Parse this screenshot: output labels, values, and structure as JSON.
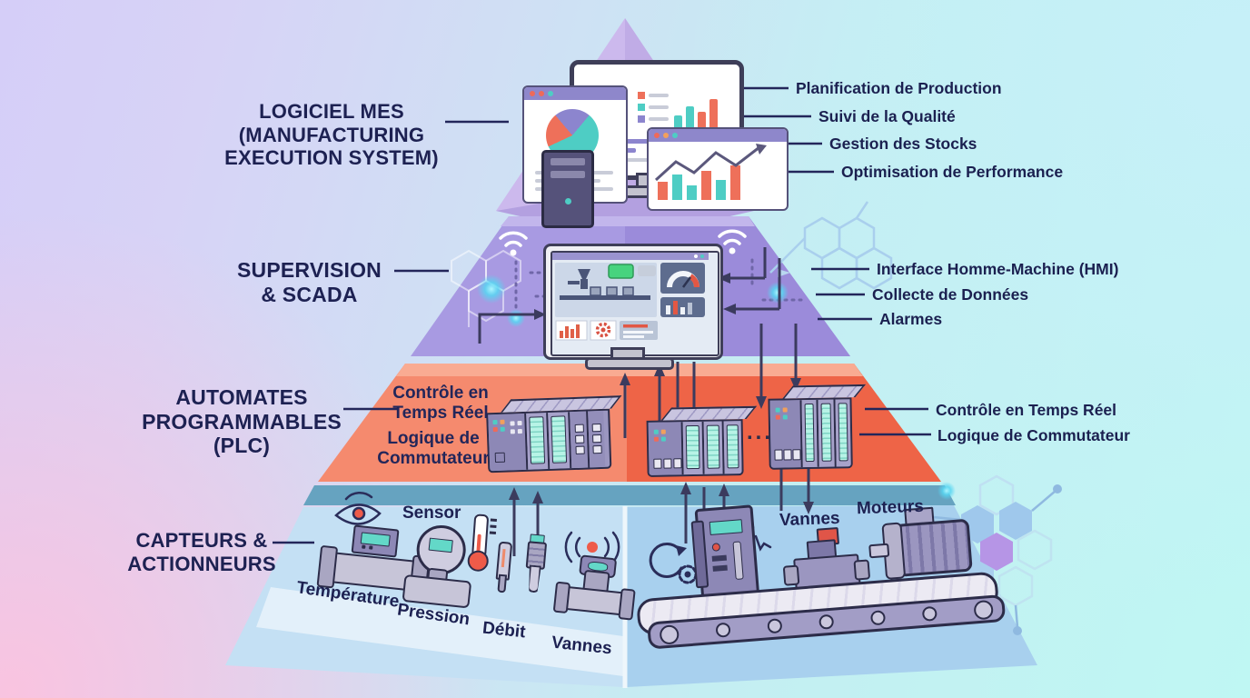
{
  "levels": {
    "mes": {
      "label": "LOGICIEL MES\n(MANUFACTURING\nEXECUTION SYSTEM)",
      "right_labels": [
        "Planification de Production",
        "Suivi de la Qualité",
        "Gestion des Stocks",
        "Optimisation de Performance"
      ]
    },
    "scada": {
      "label": "SUPERVISION\n& SCADA",
      "right_labels": [
        "Interface Homme-Machine (HMI)",
        "Collecte de Données",
        "Alarmes"
      ]
    },
    "plc": {
      "label": "AUTOMATES\nPROGRAMMABLES\n(PLC)",
      "inner_label_1": "Contrôle en\nTemps Réel",
      "inner_label_2": "Logique de\nCommutateur",
      "ellipsis": "...",
      "right_labels": [
        "Contrôle en Temps Réel",
        "Logique de Commutateur"
      ]
    },
    "sensors": {
      "label": "CAPTEURS &\nACTIONNEURS",
      "sensor_label": "Sensor",
      "bottom_labels": [
        "Température",
        "Pression",
        "Débit",
        "Vannes"
      ],
      "vannes_right": "Vannes",
      "moteurs": "Moteurs"
    }
  },
  "icons": {
    "wifi": "wifi",
    "eye_signal": "eye-signal",
    "sound_waves": "sound-waves",
    "cycle_gear": "cycle-gear",
    "gear_click": "gear-click",
    "molecule": "hexagon-molecule"
  },
  "colors": {
    "navy_text": "#1d2152",
    "mes_lavender": "#ccb9ed",
    "scada_purple": "#a294de",
    "plc_salmon": "#f48a6d",
    "sensors_blue": "#c4e0f4",
    "teal_band": "#66a3c0",
    "chart_orange": "#ee705a",
    "chart_teal": "#4ecdc4",
    "chart_purple": "#8c85ce"
  }
}
